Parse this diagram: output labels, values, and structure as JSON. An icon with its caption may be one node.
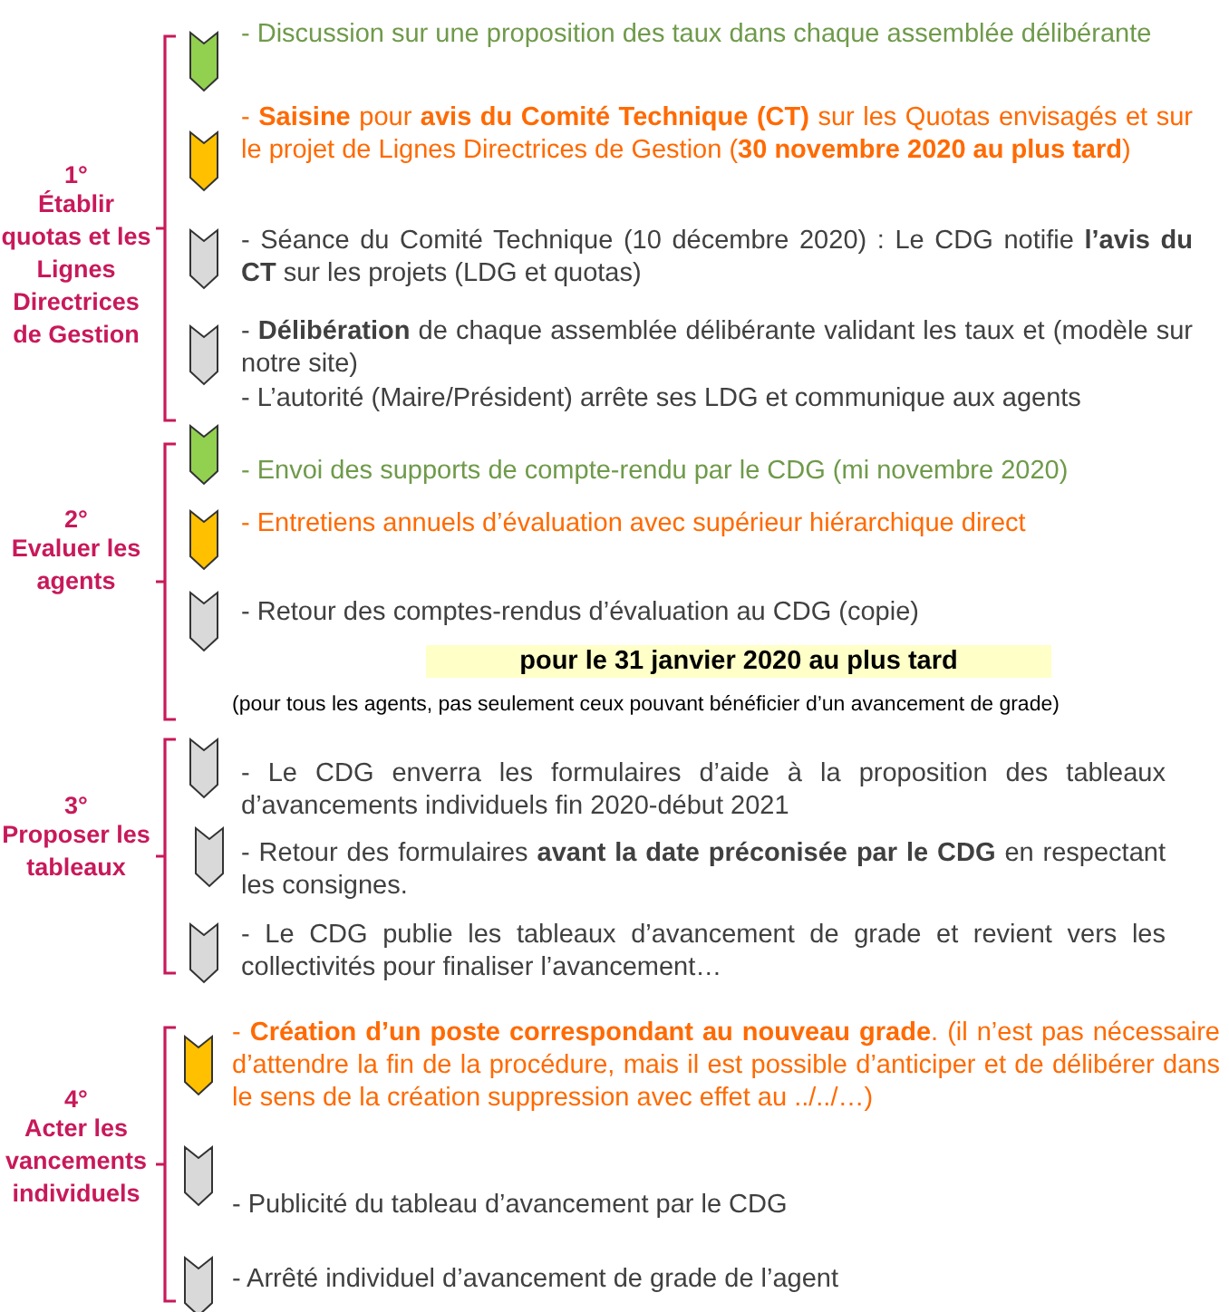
{
  "diagram": {
    "labels": [
      "1°",
      "Établir quotas et les Lignes Directrices de Gestion",
      "- Discussion sur une proposition des taux dans chaque assemblée délibérante",
      "- **Saisine** pour **avis du Comité Technique (CT)** sur les Quotas envisagés et sur le projet de Lignes Directrices de Gestion (**30 novembre 2020 au plus tard**)",
      "- Séance du Comité Technique (10 décembre 2020) : Le CDG notifie **l’avis du CT** sur les projets (LDG et quotas)",
      "- **Délibération** de chaque assemblée délibérante validant les taux et (modèle sur notre site)",
      "- L’autorité (Maire/Président) arrête ses LDG et communique aux agents",
      "2°",
      "Evaluer les agents",
      "- Envoi des supports de compte-rendu par le CDG (mi novembre 2020)",
      "- Entretiens annuels d’évaluation avec supérieur hiérarchique direct",
      "- Retour des comptes-rendus d’évaluation au CDG (copie)",
      "pour le 31 janvier 2020 au plus tard",
      "(pour tous les agents, pas seulement ceux pouvant bénéficier d’un avancement de grade)",
      "3°",
      "Proposer les tableaux",
      "- Le CDG enverra les formulaires d’aide à la proposition des tableaux d’avancements individuels fin 2020-début 2021",
      "- Retour des formulaires **avant la date préconisée par le CDG** en respectant les consignes.",
      "- Le CDG publie les tableaux d’avancement de grade et revient vers les collectivités pour finaliser l’avancement…",
      "4°",
      "Acter les vancements individuels",
      "- **Création d’un poste correspondant au nouveau grade**. (il n’est pas nécessaire d’attendre la fin de la procédure, mais il est possible d’anticiper et de délibérer dans le sens de la création suppression avec effet au ../../…)",
      "- Publicité du tableau d’avancement par le CDG",
      "- Arrêté individuel d’avancement de grade de l’agent"
    ]
  }
}
